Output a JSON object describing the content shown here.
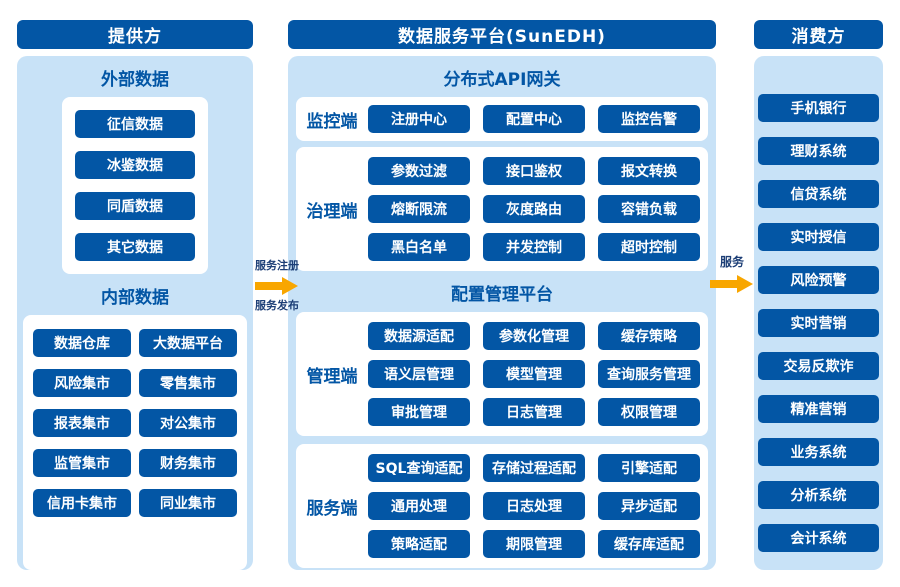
{
  "colors": {
    "primary": "#0356A5",
    "panel": "#C8E2F7",
    "arrow": "#F8A600",
    "flow_text": "#1C3E76"
  },
  "provider": {
    "title": "提供方",
    "external": {
      "title": "外部数据",
      "items": [
        "征信数据",
        "冰鉴数据",
        "同盾数据",
        "其它数据"
      ]
    },
    "internal": {
      "title": "内部数据",
      "items": [
        "数据仓库",
        "大数据平台",
        "风险集市",
        "零售集市",
        "报表集市",
        "对公集市",
        "监管集市",
        "财务集市",
        "信用卡集市",
        "同业集市"
      ]
    }
  },
  "platform": {
    "title": "数据服务平台(SunEDH)",
    "gateway_title": "分布式API网关",
    "config_title": "配置管理平台",
    "sections": [
      {
        "label": "监控端",
        "rows": [
          [
            "注册中心",
            "配置中心",
            "监控告警"
          ]
        ]
      },
      {
        "label": "治理端",
        "rows": [
          [
            "参数过滤",
            "接口鉴权",
            "报文转换"
          ],
          [
            "熔断限流",
            "灰度路由",
            "容错负载"
          ],
          [
            "黑白名单",
            "并发控制",
            "超时控制"
          ]
        ]
      },
      {
        "label": "管理端",
        "rows": [
          [
            "数据源适配",
            "参数化管理",
            "缓存策略"
          ],
          [
            "语义层管理",
            "模型管理",
            "查询服务管理"
          ],
          [
            "审批管理",
            "日志管理",
            "权限管理"
          ]
        ]
      },
      {
        "label": "服务端",
        "rows": [
          [
            "SQL查询适配",
            "存储过程适配",
            "引擎适配"
          ],
          [
            "通用处理",
            "日志处理",
            "异步适配"
          ],
          [
            "策略适配",
            "期限管理",
            "缓存库适配"
          ]
        ]
      }
    ]
  },
  "consumer": {
    "title": "消费方",
    "items": [
      "手机银行",
      "理财系统",
      "信贷系统",
      "实时授信",
      "风险预警",
      "实时营销",
      "交易反欺诈",
      "精准营销",
      "业务系统",
      "分析系统",
      "会计系统"
    ]
  },
  "flows": {
    "left_top_label": "服务注册",
    "left_bottom_label": "服务发布",
    "right_label": "服务"
  }
}
